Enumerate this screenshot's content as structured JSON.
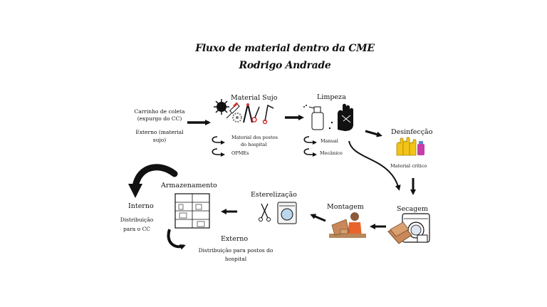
{
  "title": {
    "line1": "Fluxo de material dentro da CME",
    "line2": "Rodrigo Andrade"
  },
  "source": {
    "line1": "Carrinho de coleta",
    "line2": "(expurgo do CC)",
    "line3": "Externo (material",
    "line4": "sujo)"
  },
  "material_sujo": {
    "label": "Material Sujo",
    "sub1a": "Material dos postos",
    "sub1b": "do hospital",
    "sub2": "OPMEs"
  },
  "limpeza": {
    "label": "Limpeza",
    "sub1": "Manual",
    "sub2": "Mecânico"
  },
  "desinfeccao": {
    "label": "Desinfecção",
    "sub": "Material crítico"
  },
  "secagem": {
    "label": "Secagem"
  },
  "montagem": {
    "label": "Montagem"
  },
  "esterelizacao": {
    "label": "Esterelização"
  },
  "armazenamento": {
    "label": "Armazenamento"
  },
  "interno": {
    "label": "Interno",
    "sub1": "Distribuição",
    "sub2": "para o CC"
  },
  "externo": {
    "label": "Externo",
    "sub1": "Distribuição para postos do",
    "sub2": "hospital"
  },
  "colors": {
    "ink": "#111111",
    "glove_yellow": "#f2c417",
    "box_brown": "#c8885a",
    "shirt_orange": "#e8642c",
    "blue": "#4f8fd0",
    "red": "#d22f2f"
  }
}
